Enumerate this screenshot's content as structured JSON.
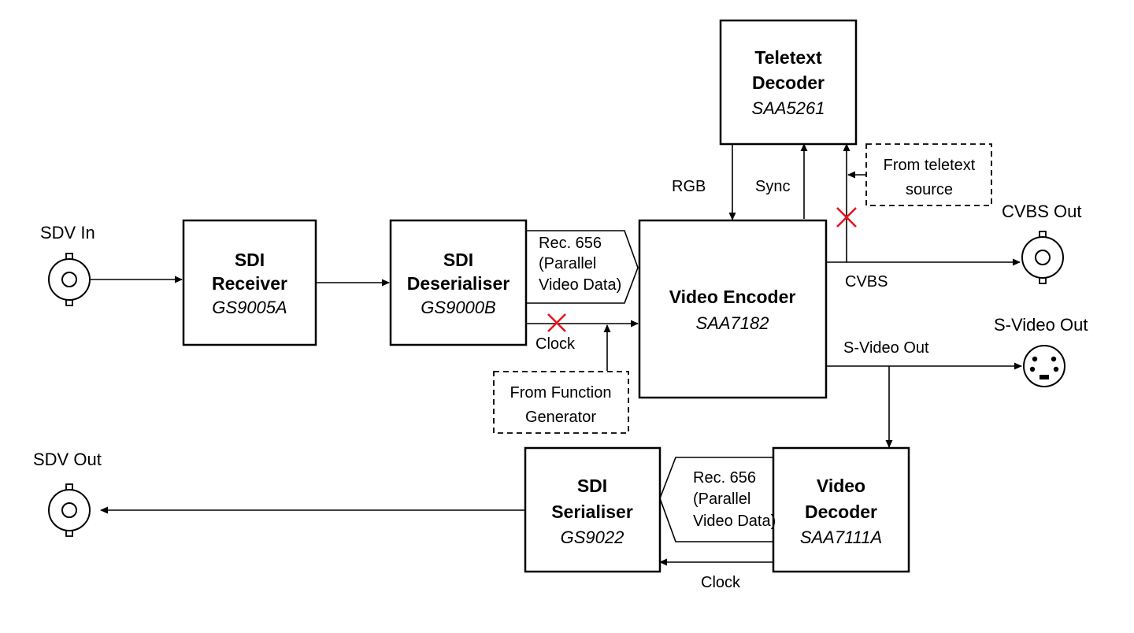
{
  "blocks": {
    "sdi_receiver": {
      "title_line1": "SDI",
      "title_line2": "Receiver",
      "part": "GS9005A"
    },
    "sdi_deserialiser": {
      "title_line1": "SDI",
      "title_line2": "Deserialiser",
      "part": "GS9000B"
    },
    "video_encoder": {
      "title": "Video Encoder",
      "part": "SAA7182"
    },
    "teletext_decoder": {
      "title_line1": "Teletext",
      "title_line2": "Decoder",
      "part": "SAA5261"
    },
    "video_decoder": {
      "title_line1": "Video",
      "title_line2": "Decoder",
      "part": "SAA7111A"
    },
    "sdi_serialiser": {
      "title_line1": "SDI",
      "title_line2": "Serialiser",
      "part": "GS9022"
    }
  },
  "external": {
    "function_generator": {
      "line1": "From Function",
      "line2": "Generator"
    },
    "teletext_source": {
      "line1": "From teletext",
      "line2": "source"
    }
  },
  "connectors": {
    "sdv_in": "SDV In",
    "sdv_out": "SDV Out",
    "cvbs_out": "CVBS Out",
    "svideo_out": "S-Video Out"
  },
  "signals": {
    "rec656_top": {
      "line1": "Rec. 656",
      "line2": "(Parallel",
      "line3": "Video Data)"
    },
    "rec656_bottom": {
      "line1": "Rec. 656",
      "line2": "(Parallel",
      "line3": "Video Data)"
    },
    "clock_top": "Clock",
    "clock_bottom": "Clock",
    "rgb": "RGB",
    "sync": "Sync",
    "cvbs": "CVBS",
    "svideo": "S-Video Out"
  },
  "colors": {
    "line": "#000000",
    "disconnect_mark": "#e8141c"
  }
}
